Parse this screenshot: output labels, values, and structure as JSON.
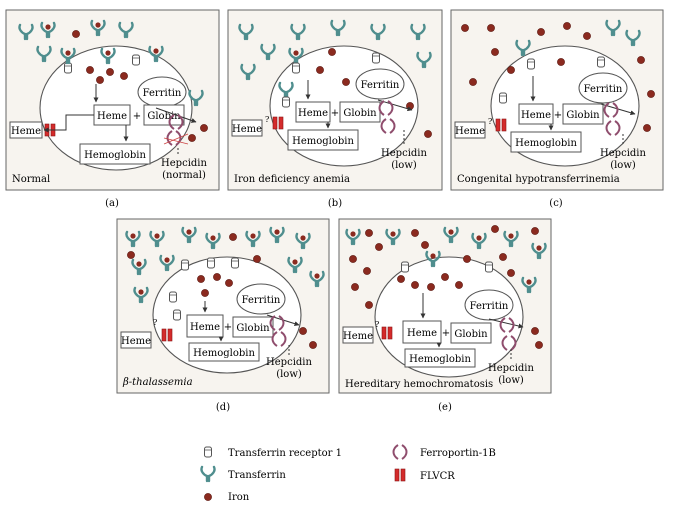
{
  "colors": {
    "iron": "#8b2a1f",
    "transferrin": "#4f8e8e",
    "ferroportin": "#8f4d6d",
    "flvcr": "#d42b2b",
    "panel_bg": "#f7f4ef",
    "stroke": "#555555"
  },
  "panels": [
    {
      "id": "a",
      "title": "Normal",
      "caption": "(a)",
      "hepcidin": [
        "Hepcidin",
        "(normal)"
      ],
      "heme_question": false
    },
    {
      "id": "b",
      "title": "Iron deficiency anemia",
      "caption": "(b)",
      "hepcidin": [
        "Hepcidin",
        "(low)"
      ],
      "heme_question": true
    },
    {
      "id": "c",
      "title": "Congenital hypotransferrinemia",
      "caption": "(c)",
      "hepcidin": [
        "Hepcidin",
        "(low)"
      ],
      "heme_question": true
    },
    {
      "id": "d",
      "title": "β-thalassemia",
      "caption": "(d)",
      "hepcidin": [
        "Hepcidin",
        "(low)"
      ],
      "heme_question": true
    },
    {
      "id": "e",
      "title": "Hereditary hemochromatosis",
      "caption": "(e)",
      "hepcidin": [
        "Hepcidin",
        "(low)"
      ],
      "heme_question": true
    }
  ],
  "labels": {
    "ferritin": "Ferritin",
    "heme": "Heme",
    "globin": "Globin",
    "plus": "+",
    "hemoglobin": "Hemoglobin",
    "question": "?"
  },
  "legend": {
    "transferrin_receptor": "Transferrin receptor 1",
    "transferrin": "Transferrin",
    "iron": "Iron",
    "ferroportin": "Ferroportin-1B",
    "flvcr": "FLVCR"
  }
}
